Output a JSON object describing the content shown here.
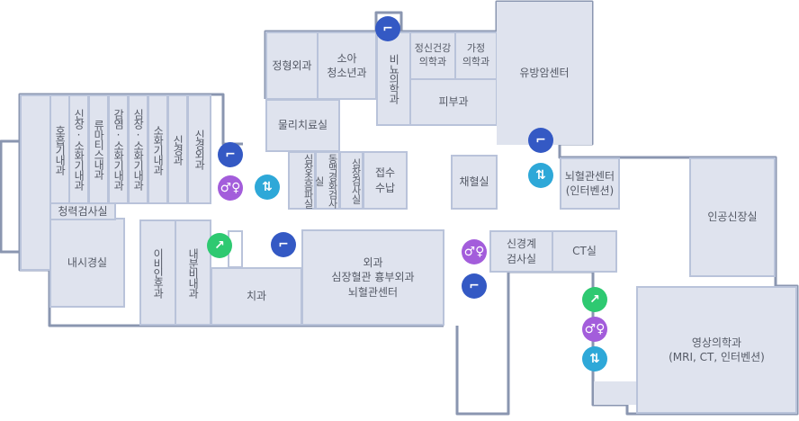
{
  "rooms": {
    "respiratory": "호흡기내과",
    "nephro_gastro": "신장·소화기내과",
    "rheumatology": "류마티스내과",
    "infection_gastro": "감염·소화기내과",
    "cardio_gastro": "심장·소화기내과",
    "gastro": "소화기내과",
    "neurology": "신경과",
    "neurosurgery": "신경외과",
    "audiometry": "청력검사실",
    "endoscopy": "내시경실",
    "ent": "이비인후과",
    "endocrinology": "내분비내과",
    "dental": "치과",
    "surgery": "외과\n심장혈관 흉부외과\n뇌혈관센터",
    "orthopedics": "정형외과",
    "pediatrics": "소아\n청소년과",
    "urology": "비뇨의학과",
    "psychiatry": "정신건강\n의학과",
    "family_medicine": "가정\n의학과",
    "dermatology": "피부과",
    "breast_cancer": "유방암센터",
    "physical_therapy": "물리치료실",
    "echo": "심장초음파실",
    "arteriosclerosis": "동맥경화검사실",
    "cardiac_test": "심장검사실",
    "reception": "접수\n수납",
    "blood_draw": "채혈실",
    "cerebrovascular": "뇌혈관센터\n(인터벤션)",
    "dialysis": "인공신장실",
    "neuro_test": "신경계\n검사실",
    "ct": "CT실",
    "radiology": "영상의학과\n(MRI, CT, 인터벤션)"
  },
  "icon_colors": {
    "stairs": "#3459c4",
    "restroom": "#a35ddb",
    "elevator": "#2ea8d8",
    "escalator": "#2ec971",
    "room_fill": "#dfe3ee",
    "wall": "#8a96b0"
  }
}
